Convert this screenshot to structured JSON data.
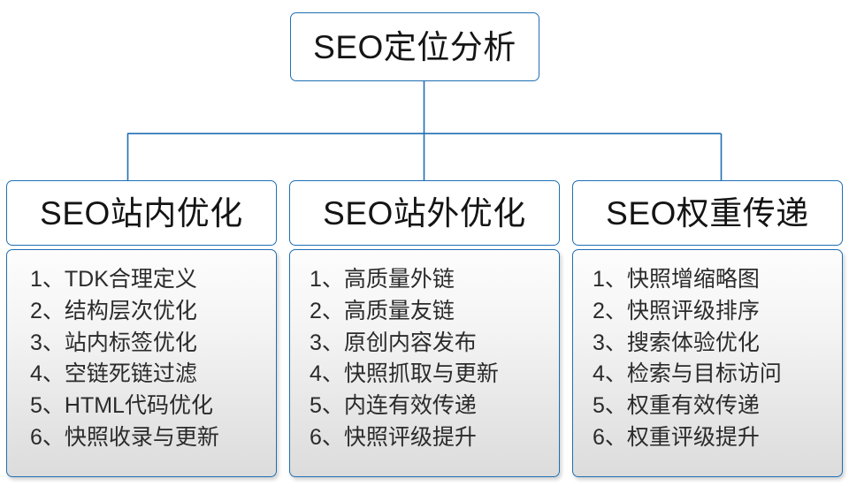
{
  "diagram": {
    "type": "org-tree",
    "colors": {
      "border_blue": "#1f6fb4",
      "connector_blue": "#1f6fb4",
      "node_fill": "#ffffff",
      "body_fill_top": "#fdfdfd",
      "body_fill_bottom": "#dcdcdc",
      "text": "#141414"
    },
    "root": {
      "label": "SEO定位分析"
    },
    "branches": [
      {
        "header": "SEO站内优化",
        "items": [
          "1、TDK合理定义",
          "2、结构层次优化",
          "3、站内标签优化",
          "4、空链死链过滤",
          "5、HTML代码优化",
          "6、快照收录与更新"
        ]
      },
      {
        "header": "SEO站外优化",
        "items": [
          "1、高质量外链",
          "2、高质量友链",
          "3、原创内容发布",
          "4、快照抓取与更新",
          "5、内连有效传递",
          "6、快照评级提升"
        ]
      },
      {
        "header": "SEO权重传递",
        "items": [
          "1、快照增缩略图",
          "2、快照评级排序",
          "3、搜索体验优化",
          "4、检索与目标访问",
          "5、权重有效传递",
          "6、权重评级提升"
        ]
      }
    ]
  }
}
